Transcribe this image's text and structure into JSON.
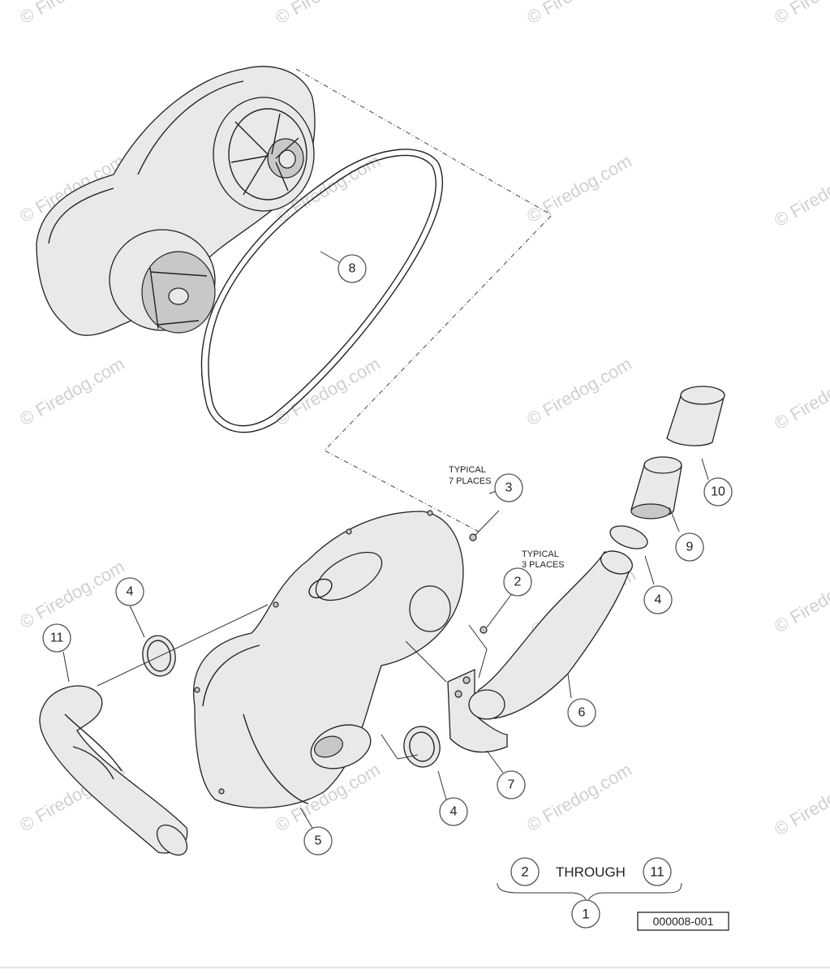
{
  "watermark": "© Firedog.com",
  "notes": {
    "typical_7": [
      "TYPICAL",
      "7 PLACES"
    ],
    "typical_3": [
      "TYPICAL",
      "3 PLACES"
    ]
  },
  "callouts": {
    "c8": "8",
    "c3": "3",
    "c2": "2",
    "c10": "10",
    "c9": "9",
    "c4a": "4",
    "c4b": "4",
    "c4c": "4",
    "c11": "11",
    "c6": "6",
    "c7": "7",
    "c5": "5"
  },
  "range": {
    "from": "2",
    "word": "THROUGH",
    "to": "11",
    "assembly": "1"
  },
  "drawing_number": "000008-001"
}
